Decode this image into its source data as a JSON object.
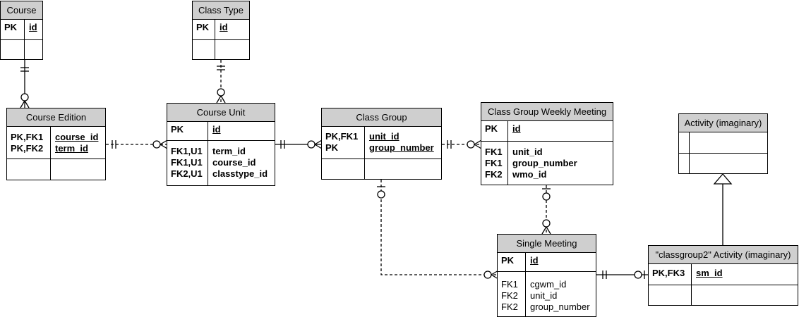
{
  "entities": {
    "course": {
      "title": "Course",
      "pk_keys": [
        "PK"
      ],
      "pk_fields": [
        "id"
      ]
    },
    "class_type": {
      "title": "Class Type",
      "pk_keys": [
        "PK"
      ],
      "pk_fields": [
        "id"
      ]
    },
    "course_edition": {
      "title": "Course Edition",
      "pk_keys": [
        "PK,FK1",
        "PK,FK2"
      ],
      "pk_fields": [
        "course_id",
        "term_id"
      ]
    },
    "course_unit": {
      "title": "Course Unit",
      "pk_keys": [
        "PK"
      ],
      "pk_fields": [
        "id"
      ],
      "attr_keys": [
        "FK1,U1",
        "FK1,U1",
        "FK2,U1"
      ],
      "attr_fields": [
        "term_id",
        "course_id",
        "classtype_id"
      ]
    },
    "class_group": {
      "title": "Class Group",
      "pk_keys": [
        "PK,FK1",
        "PK"
      ],
      "pk_fields": [
        "unit_id",
        "group_number"
      ]
    },
    "cgwm": {
      "title": "Class Group Weekly Meeting",
      "pk_keys": [
        "PK"
      ],
      "pk_fields": [
        "id"
      ],
      "attr_keys": [
        "FK1",
        "FK1",
        "FK2"
      ],
      "attr_fields": [
        "unit_id",
        "group_number",
        "wmo_id"
      ]
    },
    "activity": {
      "title": "Activity (imaginary)"
    },
    "single_meeting": {
      "title": "Single Meeting",
      "pk_keys": [
        "PK"
      ],
      "pk_fields": [
        "id"
      ],
      "attr_keys": [
        "FK1",
        "FK2",
        "FK2"
      ],
      "attr_fields": [
        "cgwm_id",
        "unit_id",
        "group_number"
      ]
    },
    "cg2_activity": {
      "title": "\"classgroup2\" Activity (imaginary)",
      "pk_keys": [
        "PK,FK3"
      ],
      "pk_fields": [
        "sm_id"
      ]
    }
  }
}
